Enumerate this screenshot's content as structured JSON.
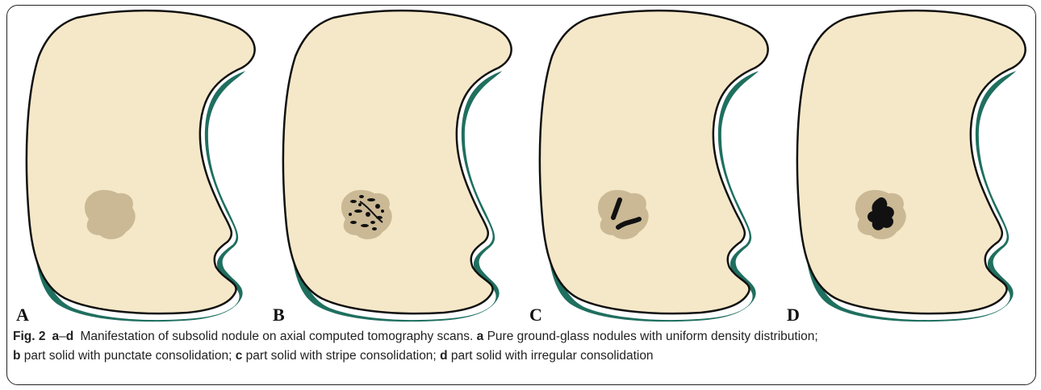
{
  "panels": [
    {
      "letter": "A",
      "kind": "pure-ggn"
    },
    {
      "letter": "B",
      "kind": "punctate"
    },
    {
      "letter": "C",
      "kind": "stripe"
    },
    {
      "letter": "D",
      "kind": "irregular"
    }
  ],
  "colors": {
    "lung_fill": "#f5e8c8",
    "lung_outline": "#111111",
    "shadow": "#1f6f5f",
    "ggn": "#cbb995",
    "solid": "#111111"
  },
  "caption": {
    "fig_label": "Fig. 2",
    "range_a": "a",
    "range_dash": "–",
    "range_d": "d",
    "intro": "Manifestation of subsolid nodule on axial computed tomography scans.",
    "items": [
      {
        "key": "a",
        "text": "Pure ground-glass nodules with uniform density distribution;"
      },
      {
        "key": "b",
        "text": "part solid with punctate consolidation;"
      },
      {
        "key": "c",
        "text": "part solid with stripe consolidation;"
      },
      {
        "key": "d",
        "text": "part solid with irregular consolidation"
      }
    ]
  }
}
